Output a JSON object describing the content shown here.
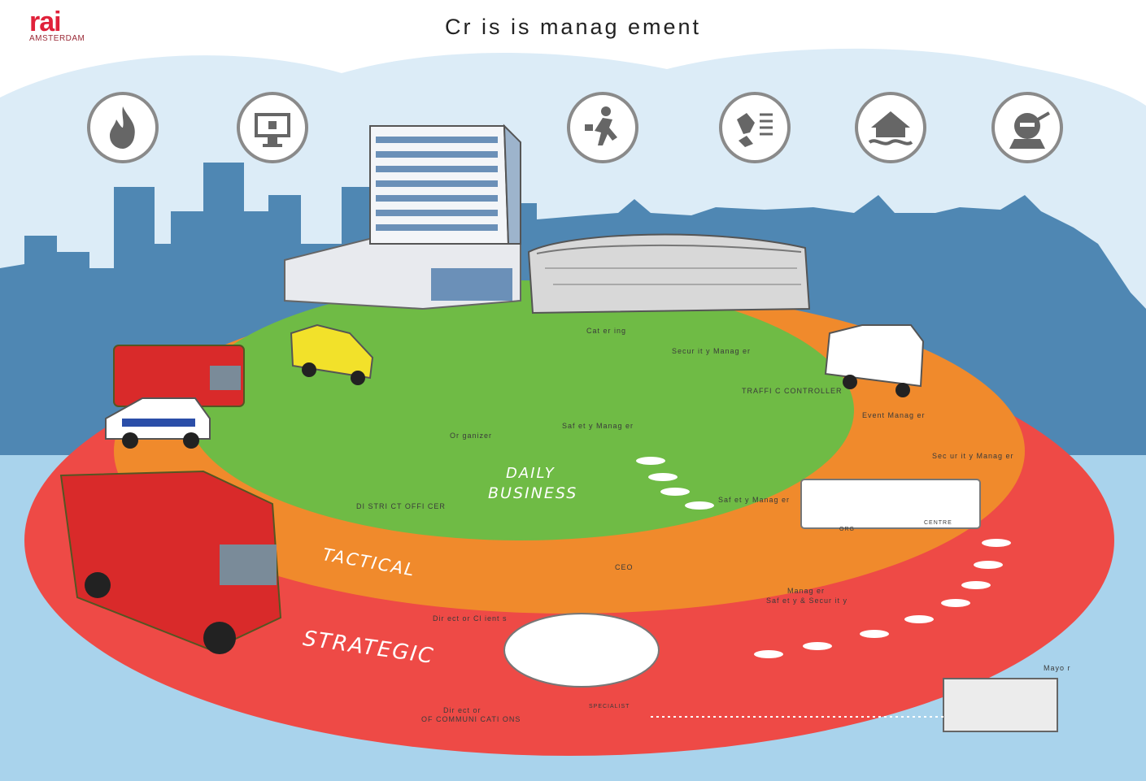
{
  "header": {
    "logo_text": "rai",
    "logo_subtext": "AMSTERDAM",
    "title": "Cr is is  manag ement"
  },
  "hazard_icons": [
    {
      "icon": "fire-icon"
    },
    {
      "icon": "cyber-attack-icon"
    },
    {
      "icon": "evacuation-icon"
    },
    {
      "icon": "collapse-icon"
    },
    {
      "icon": "flood-icon"
    },
    {
      "icon": "terrorist-icon"
    }
  ],
  "zones": {
    "daily_line1": "DAILY",
    "daily_line2": "BUSINESS",
    "tactical": "TACTICAL",
    "strategic": "STRATEGIC"
  },
  "roles": {
    "catering": "Cat er ing",
    "security_manager_top": "Secur it y Manag er",
    "traffic_controller": "TRAFFI C CONTROLLER",
    "organizer": "Or ganizer",
    "safety_manager_top": "Saf et y Manag er",
    "district_officer": "DI STRI CT OFFI CER",
    "event_manager": "Event  Manag er",
    "security_manager_right": "Sec ur it y Manag er",
    "safety_manager_mid": "Saf et y Manag er",
    "ceo": "CEO",
    "director_clients": "Dir ect or  Cl ient s",
    "manager_line1": "Manag er",
    "manager_line2": "Saf et y & Secur it y",
    "mayor": "Mayo r",
    "director_line1": "Dir ect or",
    "director_line2": "OF COMMUNI CATI ONS"
  },
  "props": {
    "card_org": "ORG",
    "card_centre": "CENTRE",
    "card_specialist": "SPECIALIST"
  },
  "colors": {
    "sky_blue": "#4f87b3",
    "water": "#a9d3ec",
    "strategic_red": "#ee4a46",
    "tactical_orange": "#f08a2c",
    "daily_green": "#6fbb45",
    "fire_red": "#d92a2a",
    "brand_red": "#e0213a"
  }
}
